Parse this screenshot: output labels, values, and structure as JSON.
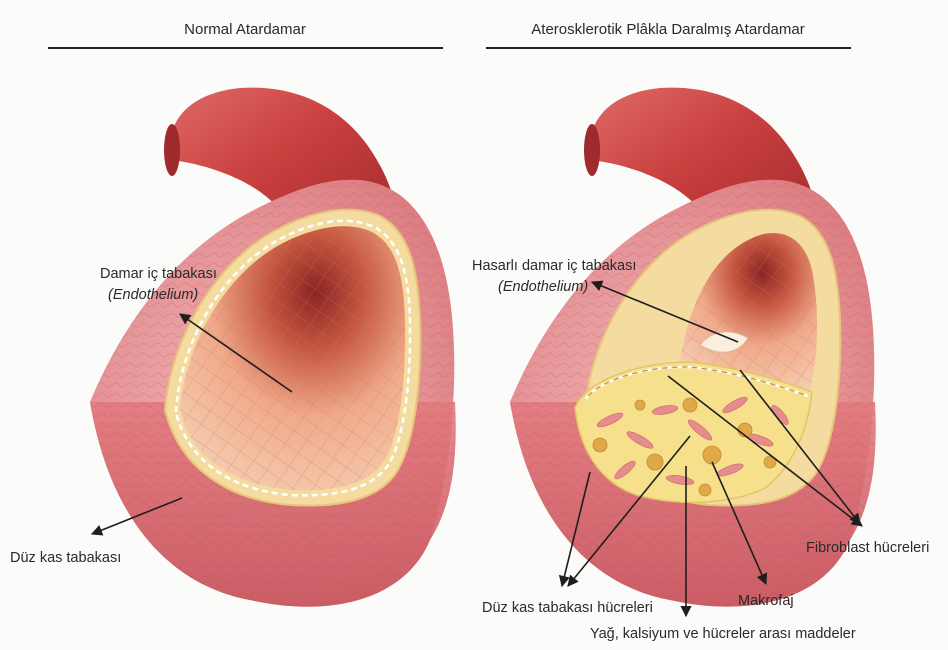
{
  "panels": [
    {
      "title": "Normal Atardamar",
      "labels": {
        "endothelium_line1": "Damar iç tabakası",
        "endothelium_line2": "(Endothelium)",
        "smooth_muscle_layer": "Düz kas tabakası"
      }
    },
    {
      "title": "Aterosklerotik Plâkla Daralmış Atardamar",
      "labels": {
        "endothelium_line1": "Hasarlı damar iç tabakası",
        "endothelium_line2": "(Endothelium)",
        "fibroblast": "Fibroblast hücreleri",
        "smooth_muscle_cells": "Düz kas tabakası hücreleri",
        "macrophage": "Makrofaj",
        "fat_calcium": "Yağ, kalsiyum ve hücreler arası maddeler"
      }
    }
  ],
  "colors": {
    "background": "#fbfbf9",
    "vessel_red": "#c94a4d",
    "wall_pink": "#e9a3a4",
    "intima_yellow": "#f4dba0",
    "lumen": "#f2b79c",
    "plaque": "#f6e08c",
    "macrophage": "#e0a848"
  }
}
